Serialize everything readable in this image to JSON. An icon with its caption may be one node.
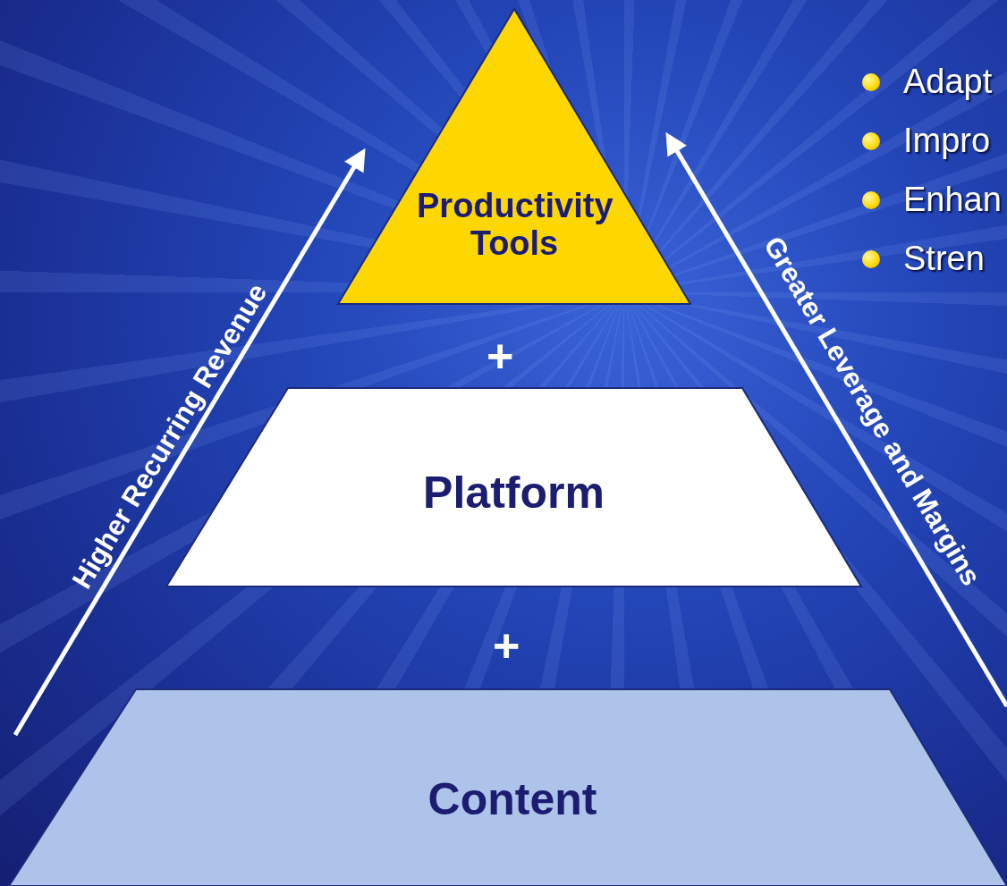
{
  "diagram": {
    "nodes": [
      {
        "text": [
          "Productivity Tools"
        ]
      },
      {
        "text": [
          "Platform"
        ]
      },
      {
        "text": [
          "Content"
        ]
      }
    ],
    "edges": [],
    "labels": [
      "Adapt",
      "Impro",
      "Enhan",
      "Stren",
      "Higher Recurring Revenue",
      "Greater Leverage and Margins",
      "+",
      "+"
    ]
  }
}
